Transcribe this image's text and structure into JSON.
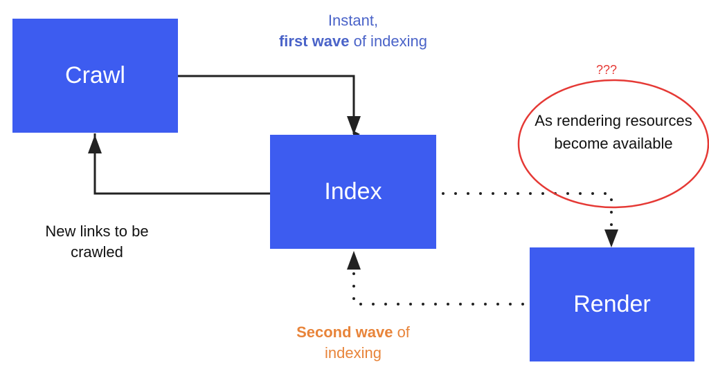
{
  "nodes": {
    "crawl": "Crawl",
    "index": "Index",
    "render": "Render"
  },
  "labels": {
    "first_wave_line1": "Instant,",
    "first_wave_bold": "first wave",
    "first_wave_rest": " of indexing",
    "new_links": "New links to be crawled",
    "second_wave_bold": "Second wave",
    "second_wave_rest": " of",
    "second_wave_line2": "indexing",
    "resources": "As rendering resources become available",
    "question": "???"
  },
  "colors": {
    "box": "#3d5cf0",
    "blue_text": "#4a63c8",
    "orange_text": "#e8843a",
    "annotation": "#e53935"
  }
}
